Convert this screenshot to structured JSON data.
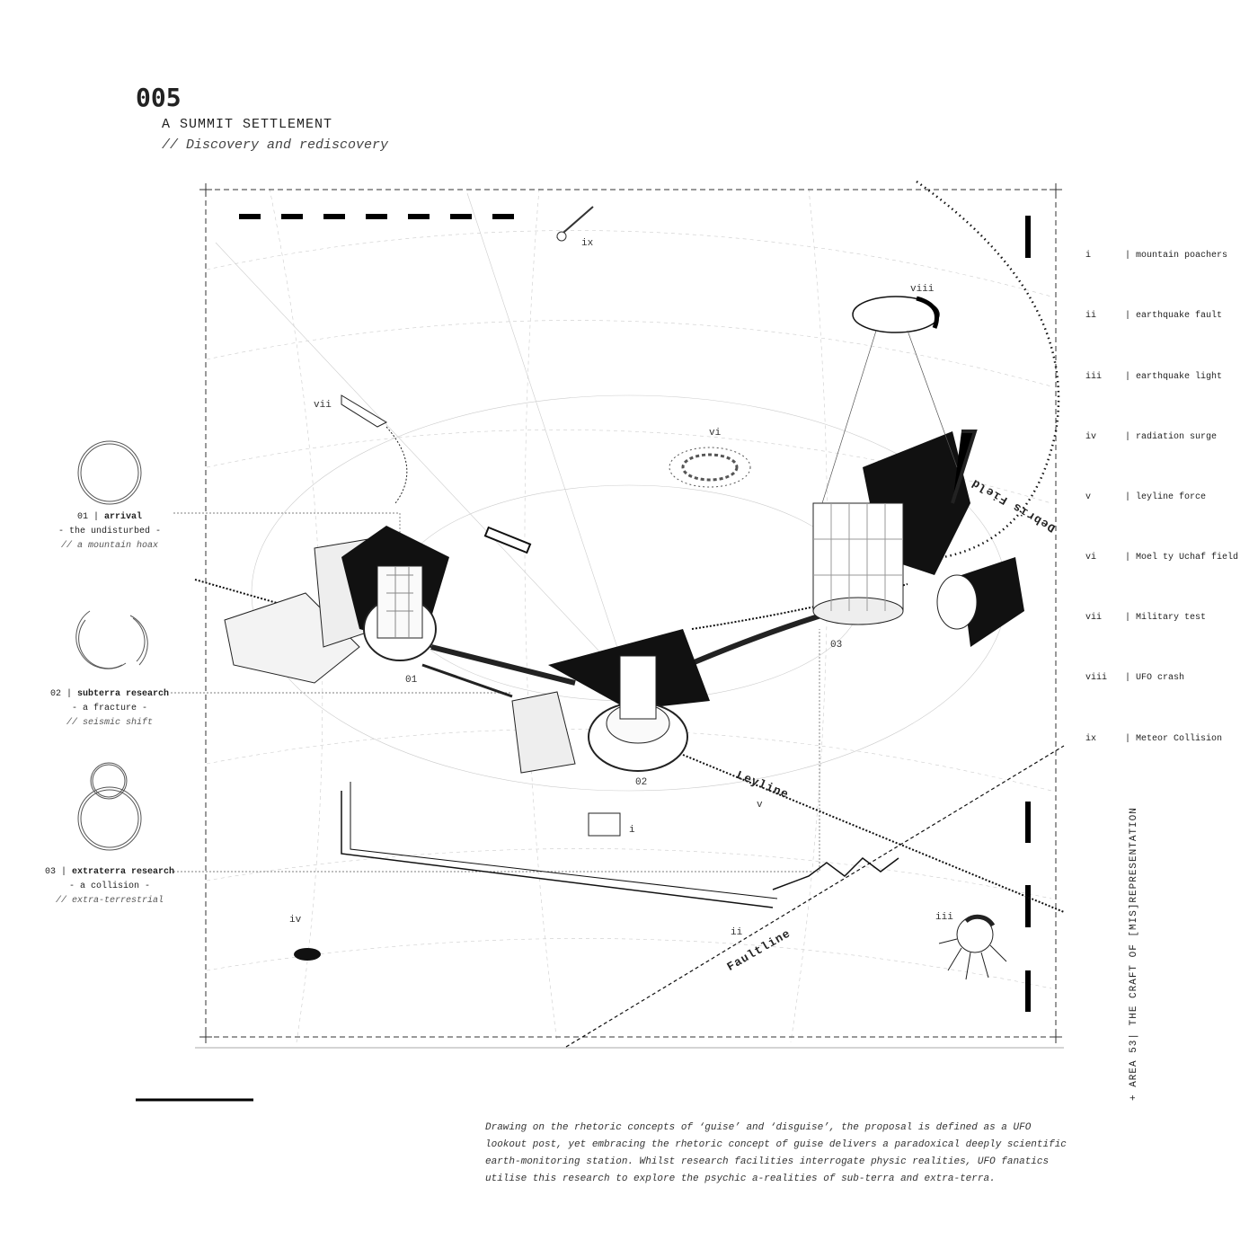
{
  "header": {
    "number": "005",
    "title": "A SUMMIT SETTLEMENT",
    "subtitle": "// Discovery and rediscovery"
  },
  "phases": [
    {
      "num": "01 |",
      "name": "arrival",
      "line": "- the undisturbed -",
      "note": "// a mountain hoax"
    },
    {
      "num": "02 |",
      "name": "subterra research",
      "line": "- a fracture -",
      "note": "// seismic shift"
    },
    {
      "num": "03 |",
      "name": "extraterra research",
      "line": "- a collision -",
      "note": "// extra-terrestrial"
    }
  ],
  "legend": [
    {
      "roman": "i",
      "label": "| mountain poachers"
    },
    {
      "roman": "ii",
      "label": "| earthquake fault"
    },
    {
      "roman": "iii",
      "label": "| earthquake light"
    },
    {
      "roman": "iv",
      "label": "| radiation surge"
    },
    {
      "roman": "v",
      "label": "| leyline force"
    },
    {
      "roman": "vi",
      "label": "| Moel ty Uchaf field"
    },
    {
      "roman": "vii",
      "label": "| Military test"
    },
    {
      "roman": "viii",
      "label": "| UFO crash"
    },
    {
      "roman": "ix",
      "label": "| Meteor Collision"
    }
  ],
  "drawing": {
    "markers": {
      "ix": "ix",
      "viii": "viii",
      "vii": "vii",
      "vi": "vi",
      "v": "v",
      "iv": "iv",
      "iii": "iii",
      "ii": "ii",
      "i": "i",
      "s01": "01",
      "s02": "02",
      "s03": "03"
    },
    "leyline": "Leyline",
    "faultline": "Faultline",
    "debris": "Debris Field"
  },
  "side_text": "+ AREA 53| THE CRAFT OF [MIS]REPRESENTATION",
  "description": "Drawing on the rhetoric concepts of ‘guise’ and ‘disguise’, the proposal is defined as a UFO lookout post, yet embracing the rhetoric concept of guise delivers a paradoxical deeply scientific earth-monitoring station. Whilst research facilities interrogate physic realities, UFO fanatics utilise this research to explore the psychic a-realities of sub-terra and extra-terra."
}
